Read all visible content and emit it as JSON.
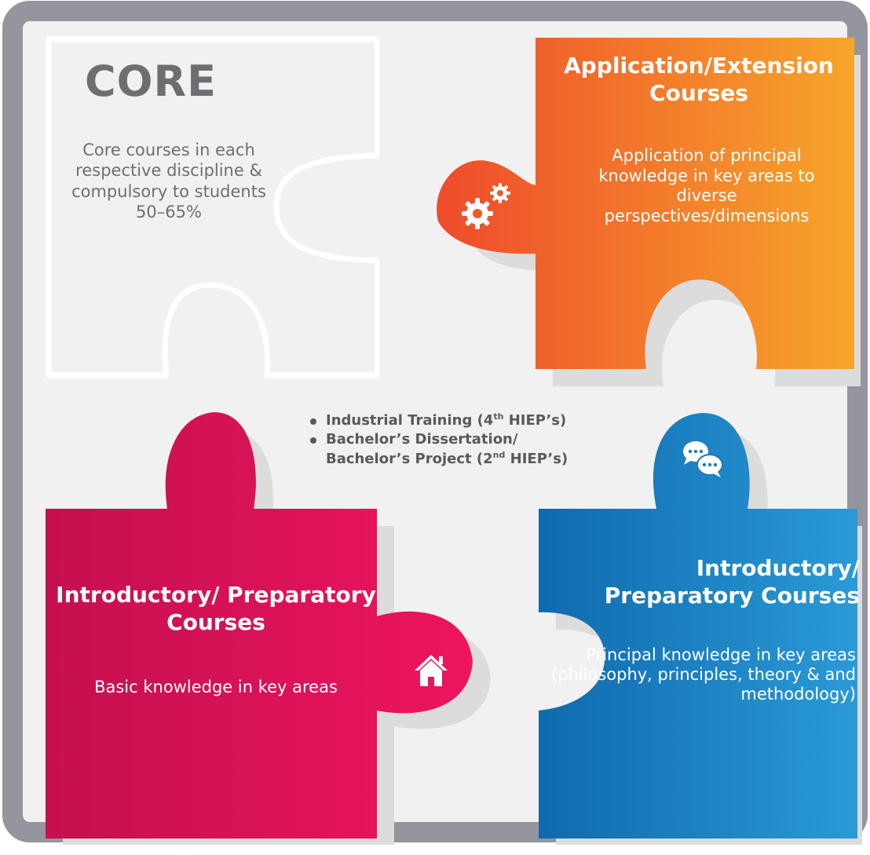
{
  "core": {
    "title": "CORE",
    "description": "Core courses in each respective discipline & compulsory to students 50–65%"
  },
  "application": {
    "title": "Application/Extension Courses",
    "description": "Application of principal knowledge in key areas to diverse perspectives/dimensions",
    "icon": "gears-icon",
    "color_start": "#ee4b2b",
    "color_end": "#f7a52b"
  },
  "intro_left": {
    "title": "Introductory/ Preparatory Courses",
    "description": "Basic knowledge in key areas",
    "icon": "home-icon",
    "color_start": "#c4104f",
    "color_end": "#ee145f"
  },
  "intro_right": {
    "title": "Introductory/ Preparatory Courses",
    "description": "Principal knowledge in key areas (philosophy, principles, theory & and  methodology)",
    "icon": "chat-bubbles-icon",
    "color_start": "#0f6aad",
    "color_end": "#2a9ad6"
  },
  "center_list": {
    "item1_text": "Industrial Training (4",
    "item1_sup": "th",
    "item1_tail": " HIEP’s)",
    "item2_line1": "Bachelor’s Dissertation/",
    "item2_line2_text": "Bachelor’s Project (2",
    "item2_sup": "nd",
    "item2_tail": " HIEP’s)"
  },
  "colors": {
    "frame": "#95969d",
    "background": "#f1f1f1",
    "shadow": "#dcdcdc"
  }
}
